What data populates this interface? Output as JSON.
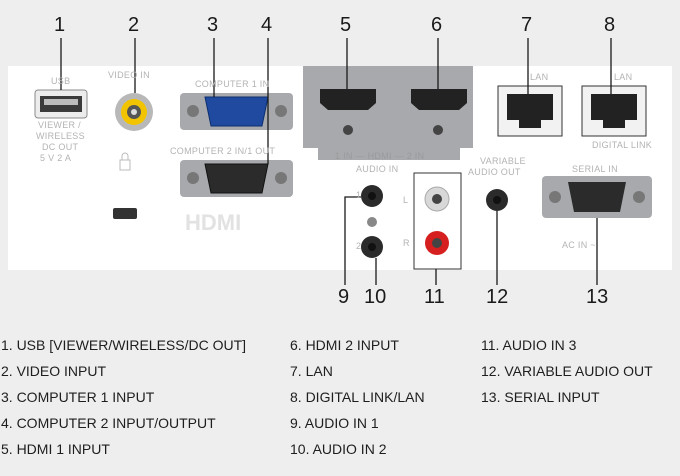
{
  "callouts": [
    "1",
    "2",
    "3",
    "4",
    "5",
    "6",
    "7",
    "8",
    "9",
    "10",
    "11",
    "12",
    "13"
  ],
  "panel_labels": {
    "usb": "USB",
    "usb_sub": "VIEWER /",
    "usb_sub2": "WIRELESS",
    "usb_sub3": "DC OUT",
    "usb_sub4": "5 V  2 A",
    "video_in": "VIDEO IN",
    "computer1": "COMPUTER 1 IN",
    "computer2": "COMPUTER 2 IN/1 OUT",
    "hdmi_row": "1 IN — HDMI — 2 IN",
    "audio_in": "AUDIO IN",
    "variable": "VARIABLE",
    "audio_out": "AUDIO OUT",
    "lan": "LAN",
    "lan2": "LAN",
    "digital_link": "DIGITAL LINK",
    "serial_in": "SERIAL IN",
    "ac_in": "AC IN ~",
    "hdmi_logo": "HDMI™",
    "audio_l": "L",
    "audio_r": "R",
    "audio_1": "1",
    "audio_2": "2"
  },
  "legend": {
    "col1": [
      "1. USB [VIEWER/WIRELESS/DC OUT]",
      "2. VIDEO INPUT",
      "3. COMPUTER 1 INPUT",
      "4. COMPUTER 2 INPUT/OUTPUT",
      "5. HDMI 1 INPUT"
    ],
    "col2": [
      "6. HDMI 2 INPUT",
      "7. LAN",
      "8. DIGITAL LINK/LAN",
      "9. AUDIO IN 1",
      "10. AUDIO IN 2"
    ],
    "col3": [
      "11. AUDIO IN 3",
      "12. VARIABLE AUDIO OUT",
      "13. SERIAL INPUT"
    ]
  },
  "colors": {
    "panel": "#ffffff",
    "port_gray": "#a7a9ac",
    "vga_blue": "#1f4aa0",
    "rca_yellow": "#f2c400",
    "rca_red": "#d62020",
    "background": "#eeeeee"
  }
}
